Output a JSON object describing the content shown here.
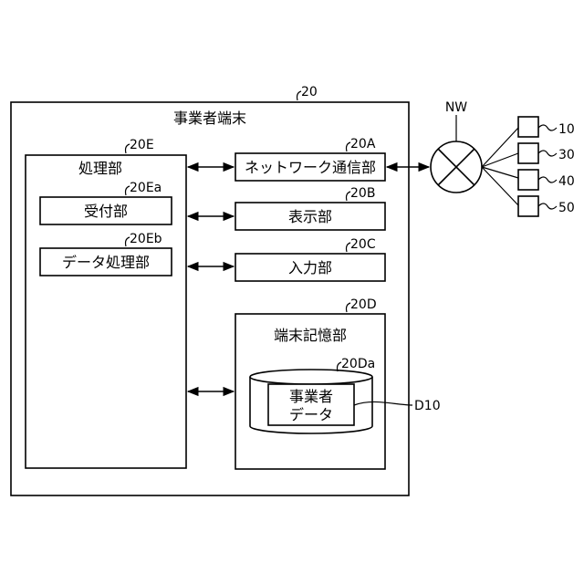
{
  "terminal": {
    "ref": "20",
    "label": "事業者端末"
  },
  "processing": {
    "ref": "20E",
    "label": "処理部",
    "receiving": {
      "ref": "20Ea",
      "label": "受付部"
    },
    "data_processing": {
      "ref": "20Eb",
      "label": "データ処理部"
    }
  },
  "network_comm": {
    "ref": "20A",
    "label": "ネットワーク通信部"
  },
  "display": {
    "ref": "20B",
    "label": "表示部"
  },
  "input": {
    "ref": "20C",
    "label": "入力部"
  },
  "storage": {
    "ref": "20D",
    "label": "端末記憶部",
    "db_ref": "20Da",
    "data_line1": "事業者",
    "data_line2": "データ",
    "data_ref": "D10"
  },
  "network": {
    "label": "NW"
  },
  "devices": [
    "10",
    "30",
    "40",
    "50"
  ]
}
